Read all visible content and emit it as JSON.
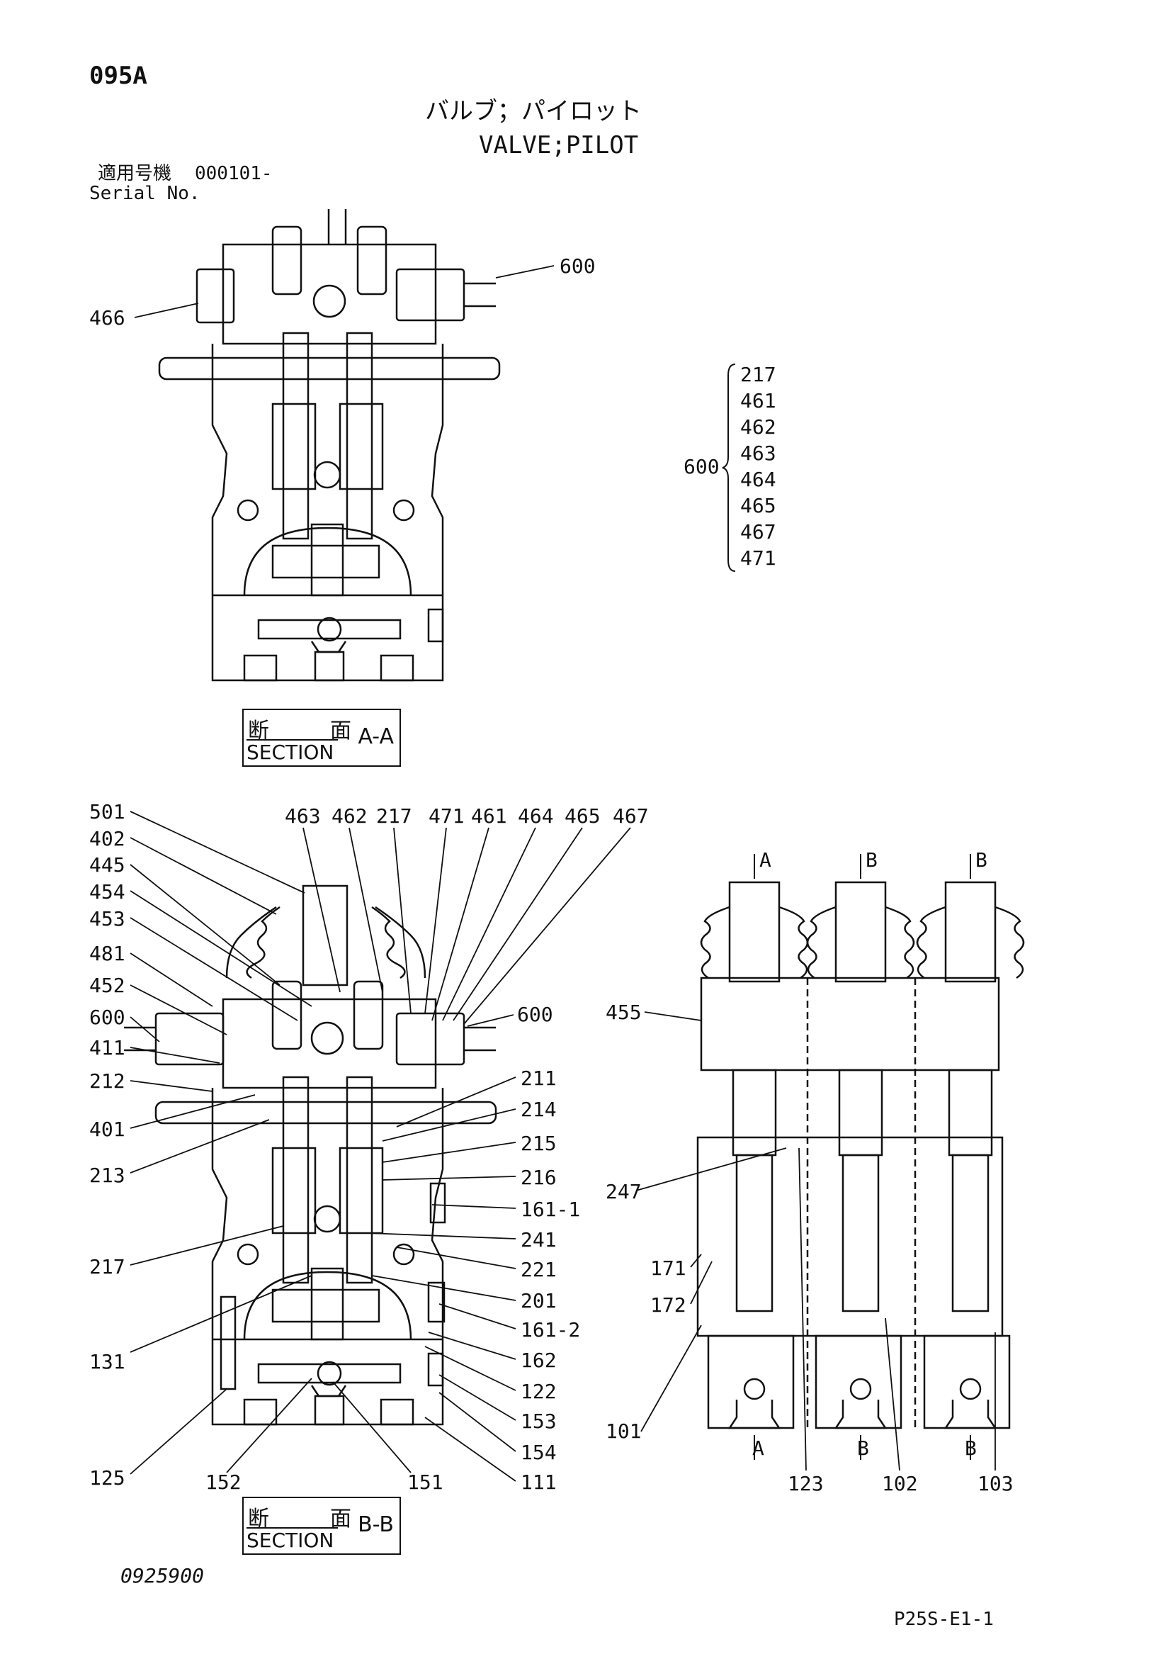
{
  "page": {
    "code": "095A",
    "doc_no": "0925900",
    "page_ref": "P25S-E1-1"
  },
  "title": {
    "japanese": "バルブ；パイロット",
    "english": "VALVE;PILOT"
  },
  "serial": {
    "label_jp": "適用号機",
    "label_en": "Serial No.",
    "value": "000101-"
  },
  "sections": [
    {
      "label_jp": "断　面",
      "label_en": "SECTION",
      "id": "A-A"
    },
    {
      "label_jp": "断　面",
      "label_en": "SECTION",
      "id": "B-B"
    }
  ],
  "kit": {
    "number": "600",
    "parts": [
      "217",
      "461",
      "462",
      "463",
      "464",
      "465",
      "467",
      "471"
    ]
  },
  "callouts_aa": {
    "left": [
      "466"
    ],
    "right": [
      "600"
    ]
  },
  "callouts_bb": {
    "left": [
      "501",
      "402",
      "445",
      "454",
      "453",
      "481",
      "452",
      "600",
      "411",
      "212",
      "401",
      "213",
      "217",
      "131",
      "125"
    ],
    "top": [
      "463",
      "462",
      "217",
      "471",
      "461",
      "464",
      "465",
      "467"
    ],
    "right": [
      "600",
      "211",
      "214",
      "215",
      "216",
      "161-1",
      "241",
      "221",
      "201",
      "161-2",
      "162",
      "122",
      "153",
      "154",
      "111"
    ],
    "bottom": [
      "152",
      "151"
    ]
  },
  "callouts_side": {
    "top_markers": [
      "A",
      "B",
      "B"
    ],
    "bottom_markers": [
      "A",
      "B",
      "B"
    ],
    "left": [
      "455",
      "247",
      "171",
      "172",
      "101"
    ],
    "bottom": [
      "123",
      "102",
      "103"
    ]
  }
}
